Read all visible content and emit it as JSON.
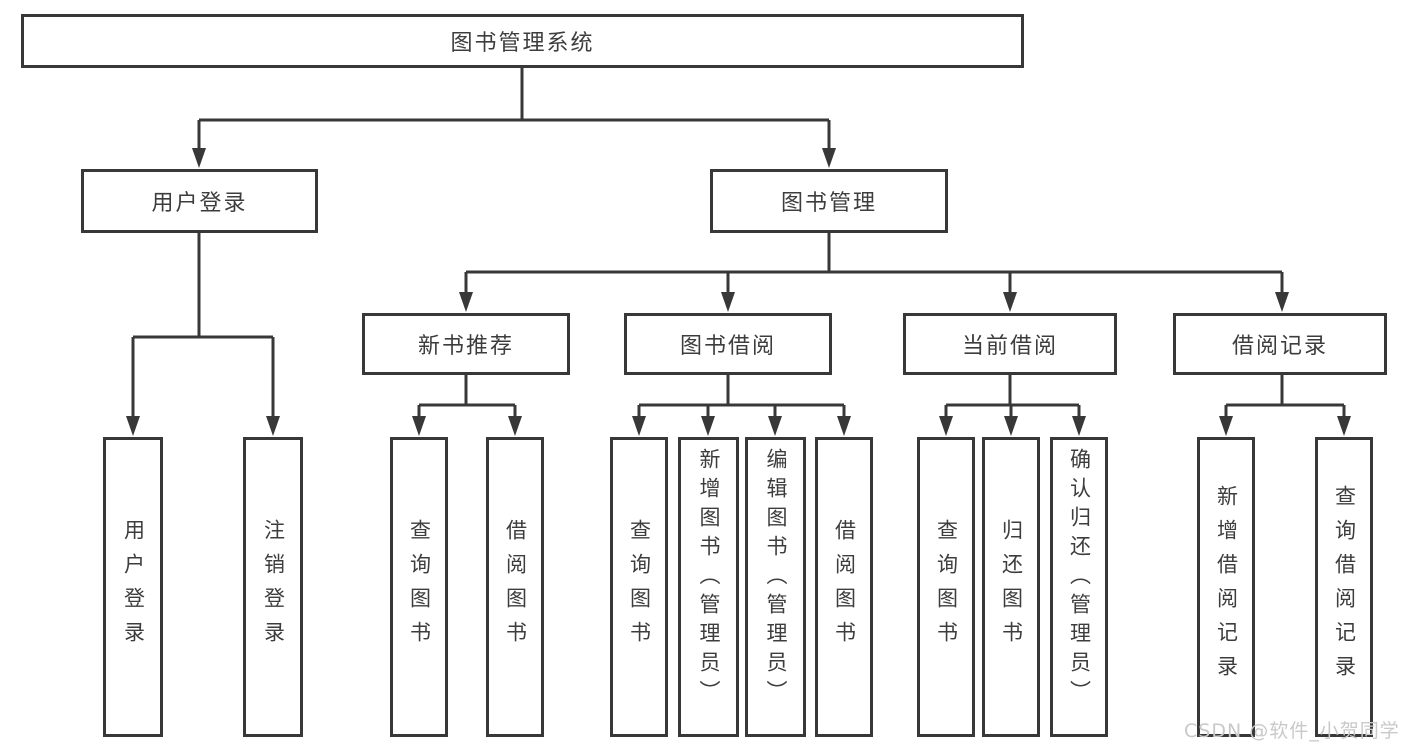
{
  "diagram": {
    "title_box": "图书管理系统",
    "branches": {
      "user_login": {
        "label": "用户登录",
        "children": [
          "用户登录",
          "注销登录"
        ]
      },
      "book_mgmt": {
        "label": "图书管理",
        "modules": {
          "new_book": {
            "label": "新书推荐",
            "children": [
              "查询图书",
              "借阅图书"
            ]
          },
          "borrow": {
            "label": "图书借阅",
            "children": [
              "查询图书",
              "新增图书（管理员）",
              "编辑图书（管理员）",
              "借阅图书"
            ]
          },
          "current": {
            "label": "当前借阅",
            "children": [
              "查询图书",
              "归还图书",
              "确认归还（管理员）"
            ]
          },
          "records": {
            "label": "借阅记录",
            "children": [
              "新增借阅记录",
              "查询借阅记录"
            ]
          }
        }
      }
    },
    "watermark": "CSDN @软件_小贺同学",
    "colors": {
      "line": "#383838",
      "text": "#3d3d3d",
      "watermark": "#c9c9c9",
      "background": "#ffffff"
    }
  }
}
